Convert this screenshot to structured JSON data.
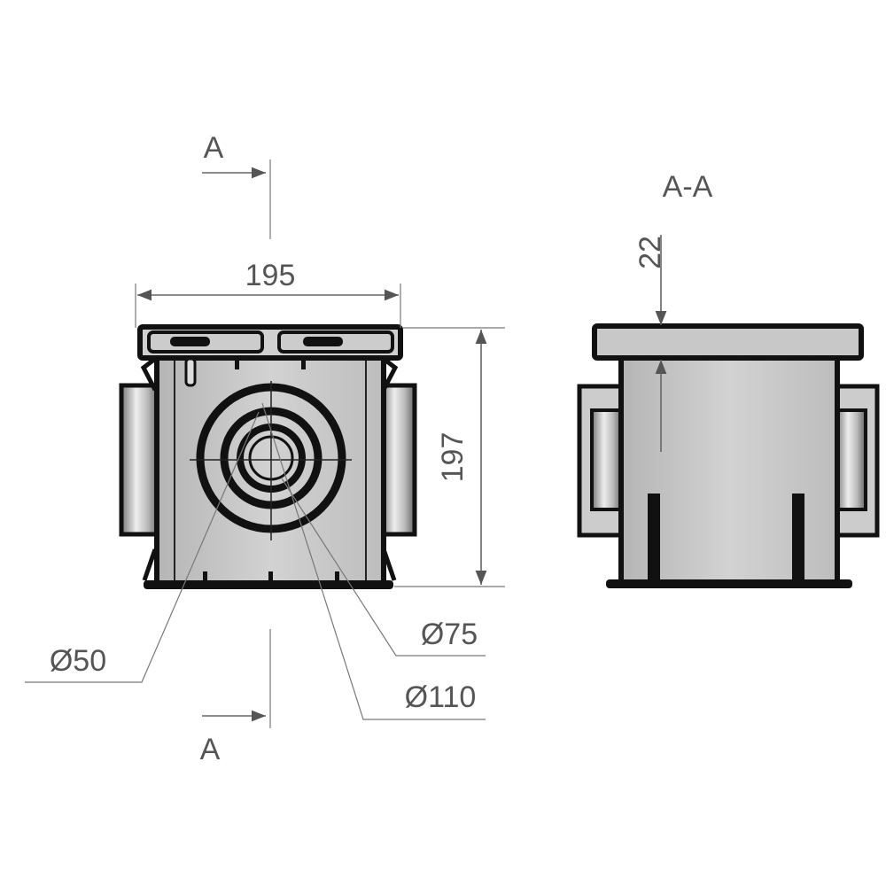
{
  "front_view": {
    "section_marker_top": "A",
    "section_marker_bottom": "A",
    "width_dim": "195",
    "height_dim": "197",
    "diameters": [
      "Ø50",
      "Ø75",
      "Ø110"
    ]
  },
  "section_view": {
    "title": "A-A",
    "lid_dim": "22"
  },
  "colors": {
    "body": "#c8c8c8",
    "outline": "#111111",
    "dim_line": "#666666"
  }
}
